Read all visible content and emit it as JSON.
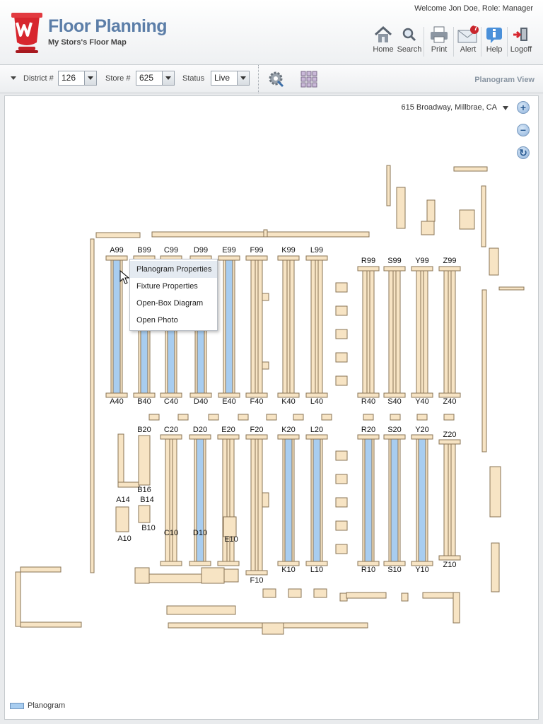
{
  "header": {
    "welcome": "Welcome Jon Doe, Role: Manager",
    "title": "Floor Planning",
    "subtitle": "My Stors's Floor Map",
    "buttons": [
      {
        "label": "Home",
        "icon": "home-icon"
      },
      {
        "label": "Search",
        "icon": "search-icon"
      },
      {
        "label": "Print",
        "icon": "print-icon"
      },
      {
        "label": "Alert",
        "icon": "alert-icon",
        "badge": "7"
      },
      {
        "label": "Help",
        "icon": "help-icon"
      },
      {
        "label": "Logoff",
        "icon": "logoff-icon"
      }
    ]
  },
  "toolbar": {
    "district_label": "District #",
    "district_value": "126",
    "store_label": "Store #",
    "store_value": "625",
    "status_label": "Status",
    "status_value": "Live",
    "view_label": "Planogram View"
  },
  "map": {
    "address": "615 Broadway, Millbrae, CA",
    "zoom_in": "+",
    "zoom_out": "−",
    "refresh": "↻",
    "upper_top_labels": [
      "A99",
      "B99",
      "C99",
      "D99",
      "E99",
      "F99",
      "K99",
      "L99",
      "R99",
      "S99",
      "Y99",
      "Z99"
    ],
    "upper_bottom_labels": [
      "A40",
      "B40",
      "C40",
      "D40",
      "E40",
      "F40",
      "K40",
      "L40",
      "R40",
      "S40",
      "Y40",
      "Z40"
    ],
    "lower_top_labels": [
      "B20",
      "C20",
      "D20",
      "E20",
      "F20",
      "K20",
      "L20",
      "R20",
      "S20",
      "Y20",
      "Z20"
    ],
    "lower_bottom_labels": [
      "B16",
      "C10",
      "D10",
      "E10",
      "F10",
      "K10",
      "L10",
      "R10",
      "S10",
      "Y10",
      "Z10"
    ],
    "small_labels": [
      "A14",
      "B14",
      "A10",
      "B10"
    ]
  },
  "context_menu": {
    "items": [
      "Planogram Properties",
      "Fixture Properties",
      "Open-Box Diagram",
      "Open Photo"
    ]
  },
  "legend": {
    "label": "Planogram",
    "color": "#a8cdf0"
  },
  "colors": {
    "fixture": "#f7e4c4",
    "fixture_border": "#8a7456",
    "planogram": "#a8cdf0",
    "brand_red": "#d7262e",
    "title_blue": "#5c7ea8"
  }
}
